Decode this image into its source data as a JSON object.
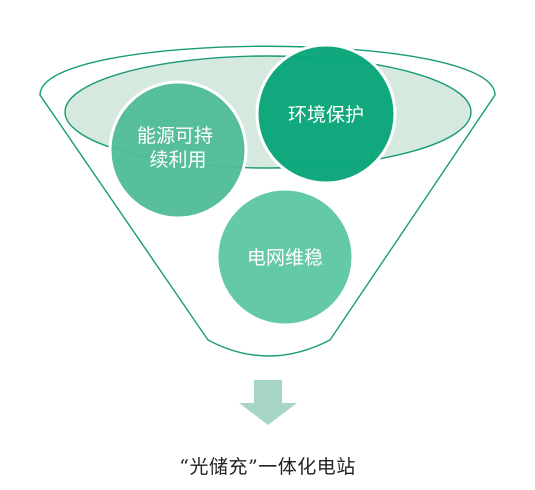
{
  "diagram": {
    "circles": [
      {
        "id": "energy",
        "lines": [
          "能源可持",
          "续利用"
        ],
        "color": "#4fbc98"
      },
      {
        "id": "environment",
        "lines": [
          "环境保护"
        ],
        "color": "#0aa57a"
      },
      {
        "id": "grid",
        "lines": [
          "电网维稳"
        ],
        "color": "#63c9a8"
      }
    ],
    "caption": "“光储充”一体化电站"
  },
  "colors": {
    "funnel_stroke": "#1a9b78",
    "funnel_rim_fill": "#d5e9df",
    "arrow": "#a7d7c4"
  }
}
